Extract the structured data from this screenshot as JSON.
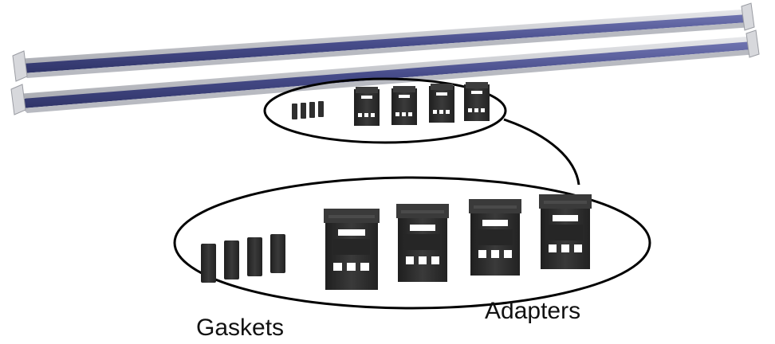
{
  "labels": {
    "gaskets": "Gaskets",
    "adapters": "Adapters"
  },
  "parts": {
    "rail_count": 2,
    "gasket_count": 4,
    "adapter_count": 4
  },
  "colors": {
    "rail_blue": "#4a4f8c",
    "rail_grey": "#c9cbd0",
    "part_dark": "#2b2b2b",
    "outline": "#000000"
  }
}
